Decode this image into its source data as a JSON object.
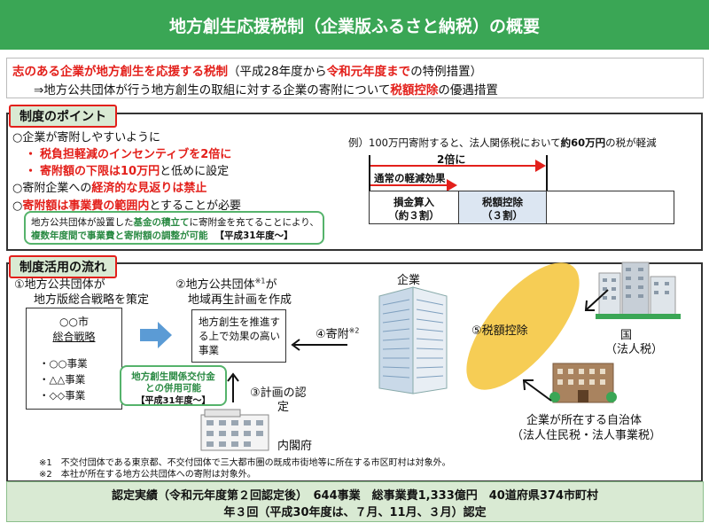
{
  "title": "地方創生応援税制（企業版ふるさと納税）の概要",
  "intro": {
    "line1_part1": "志のある企業が地方創生を応援する税制",
    "line1_part2": "（平成28年度から",
    "line1_part3": "令和元年度まで",
    "line1_part4": "の特例措置）",
    "line2_part1": "⇒地方公共団体が行う地方創生の取組に対する企業の寄附について",
    "line2_part2": "税額控除",
    "line2_part3": "の優遇措置"
  },
  "points": {
    "tab": "制度のポイント",
    "p1": "○企業が寄附しやすいように",
    "p1a_bullet": "・",
    "p1a": "税負担軽減のインセンティブを2倍に",
    "p1b_bullet": "・",
    "p1b_red": "寄附額の下限は10万円",
    "p1b_rest": "と低めに設定",
    "p2_part1": "○寄附企業への",
    "p2_part2": "経済的な見返りは禁止",
    "p3_part1": "○",
    "p3_part2": "寄附額は事業費の範囲内",
    "p3_part3": "とすることが必要",
    "note_line1_a": "地方公共団体が設置した",
    "note_line1_b": "基金の積立て",
    "note_line1_c": "に寄附金を充てることにより、",
    "note_line2_a": "複数年度間で事業費と寄附額の調整が可能",
    "note_line2_b": "【平成31年度～】",
    "example_part1": "例）100万円寄附すると、法人関係税において",
    "example_part2": "約60万円",
    "example_part3": "の税が軽減",
    "double_label": "2倍に",
    "normal_label": "通常の軽減効果",
    "cell1_l1": "損金算入",
    "cell1_l2": "（約３割）",
    "cell2_l1": "税額控除",
    "cell2_l2": "（３割）"
  },
  "flow": {
    "tab": "制度活用の流れ",
    "step1_l1": "①地方公共団体が",
    "step1_l2": "地方版総合戦略を策定",
    "doc_title1": "○○市",
    "doc_title2": "総合戦略",
    "doc_item1": "・○○事業",
    "doc_item2": "・△△事業",
    "doc_item3": "・◇◇事業",
    "step2_l1": "②地方公共団体",
    "step2_sup": "※1",
    "step2_l1b": "が",
    "step2_l2": "地域再生計画を作成",
    "plan_box": "地方創生を推進する上で効果の高い事業",
    "grant_l1": "地方創生関係交付金",
    "grant_l2": "との併用可能",
    "grant_l3": "【平成31年度～】",
    "step3_l1": "③計画の認",
    "step3_l2": "定",
    "cabinet": "内閣府",
    "company": "企業",
    "step4": "④寄附",
    "step4_sup": "※2",
    "step5": "⑤税額控除",
    "state_l1": "国",
    "state_l2": "（法人税）",
    "local_l1": "企業が所在する自治体",
    "local_l2": "（法人住民税・法人事業税）",
    "note1": "※1　不交付団体である東京都、不交付団体で三大都市圏の既成市街地等に所在する市区町村は対象外。",
    "note2": "※2　本社が所在する地方公共団体への寄附は対象外。"
  },
  "results": {
    "line1": "認定実績（令和元年度第２回認定後）　644事業　総事業費1,333億円　40道府県374市町村",
    "line2": "年３回（平成30年度は、７月、11月、３月）認定"
  },
  "colors": {
    "header_green": "#3aa655",
    "accent_red": "#e3201b",
    "light_green": "#d9ead3",
    "blue_cell": "#dce6f2",
    "ellipse": "#f5c842",
    "arrow_blue": "#5b9bd5"
  }
}
